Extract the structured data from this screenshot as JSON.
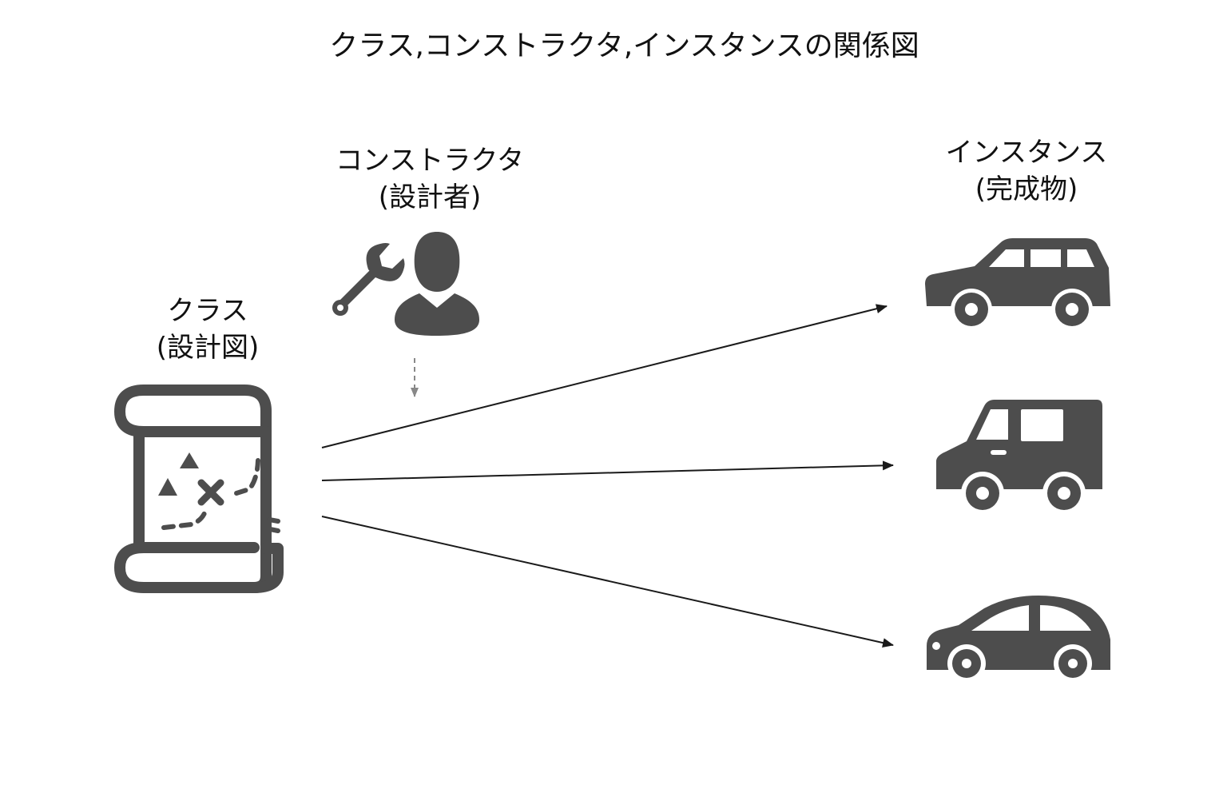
{
  "title": "クラス,コンストラクタ,インスタンスの関係図",
  "nodes": {
    "class": {
      "name": "クラス",
      "role": "(設計図)",
      "icon": "blueprint-scroll-icon"
    },
    "constructor": {
      "name": "コンストラクタ",
      "role": "(設計者)",
      "icons": [
        "wrench-icon",
        "person-icon"
      ]
    },
    "instance": {
      "name": "インスタンス",
      "role": "(完成物)",
      "icons": [
        "hatchback-car-icon",
        "van-icon",
        "sedan-car-icon"
      ]
    }
  },
  "edges": [
    {
      "from": "constructor",
      "to": "class",
      "style": "dashed"
    },
    {
      "from": "class",
      "to": "hatchback-car",
      "style": "solid"
    },
    {
      "from": "class",
      "to": "van",
      "style": "solid"
    },
    {
      "from": "class",
      "to": "sedan-car",
      "style": "solid"
    }
  ],
  "colors": {
    "icon": "#4d4d4d",
    "line": "#1a1a1a",
    "dashed": "#888888",
    "background": "#ffffff"
  }
}
